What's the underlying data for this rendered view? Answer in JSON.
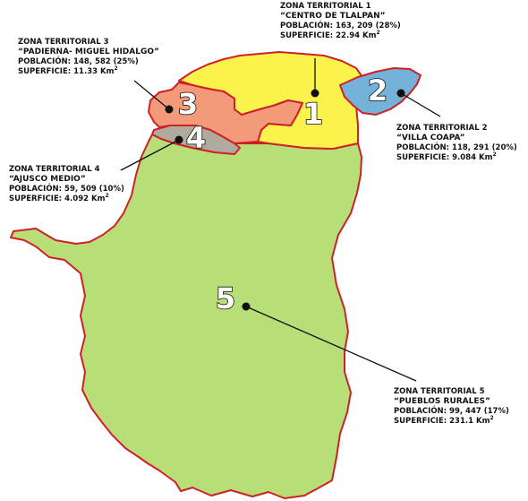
{
  "colors": {
    "zone_1": "#fbf34b",
    "zone_2": "#74b2d9",
    "zone_3": "#f29a7a",
    "zone_4": "#b0aa9e",
    "zone_5": "#b8de78",
    "border": "#cc2127",
    "text": "#111111"
  },
  "zones": [
    {
      "number": "1",
      "title": "ZONA TERRITORIAL 1",
      "name": "“CENTRO DE TLALPAN”",
      "population": "POBLACIÓN: 163, 209 (28%)",
      "area": "SUPERFICIE: 22.94 Km",
      "area_sup": "2"
    },
    {
      "number": "2",
      "title": "ZONA TERRITORIAL 2",
      "name": "“VILLA COAPA”",
      "population": "POBLACIÓN: 118, 291 (20%)",
      "area": "SUPERFICIE: 9.084 Km",
      "area_sup": "2"
    },
    {
      "number": "3",
      "title": "ZONA TERRITORIAL 3",
      "name": "“PADIERNA- MIGUEL HIDALGO”",
      "population": "POBLACIÓN: 148, 582 (25%)",
      "area": "SUPERFICIE: 11.33 Km",
      "area_sup": "2"
    },
    {
      "number": "4",
      "title": "ZONA TERRITORIAL 4",
      "name": "“AJUSCO MEDIO”",
      "population": "POBLACIÓN: 59, 509 (10%)",
      "area": "SUPERFICIE: 4.092 Km",
      "area_sup": "2"
    },
    {
      "number": "5",
      "title": "ZONA TERRITORIAL 5",
      "name": "“PUEBLOS RURALES”",
      "population": "POBLACIÓN: 99, 447 (17%)",
      "area": "SUPERFICIE: 231.1 Km",
      "area_sup": "2"
    }
  ]
}
